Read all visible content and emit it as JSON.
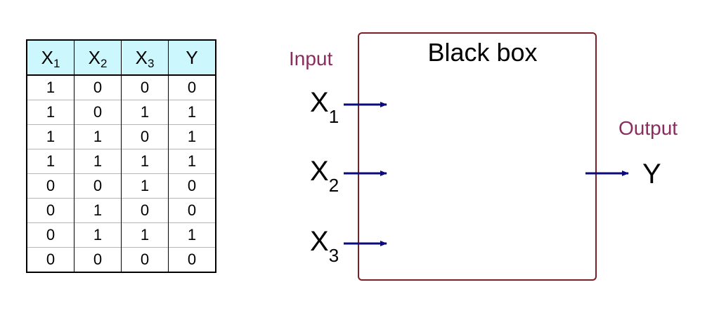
{
  "table": {
    "headers": [
      {
        "base": "X",
        "sub": "1"
      },
      {
        "base": "X",
        "sub": "2"
      },
      {
        "base": "X",
        "sub": "3"
      },
      {
        "base": "Y",
        "sub": ""
      }
    ],
    "rows": [
      [
        "1",
        "0",
        "0",
        "0"
      ],
      [
        "1",
        "0",
        "1",
        "1"
      ],
      [
        "1",
        "1",
        "0",
        "1"
      ],
      [
        "1",
        "1",
        "1",
        "1"
      ],
      [
        "0",
        "0",
        "1",
        "0"
      ],
      [
        "0",
        "1",
        "0",
        "0"
      ],
      [
        "0",
        "1",
        "1",
        "1"
      ],
      [
        "0",
        "0",
        "0",
        "0"
      ]
    ]
  },
  "diagram": {
    "box_title": "Black box",
    "input_label": "Input",
    "output_label": "Output",
    "inputs": [
      {
        "base": "X",
        "sub": "1"
      },
      {
        "base": "X",
        "sub": "2"
      },
      {
        "base": "X",
        "sub": "3"
      }
    ],
    "output": {
      "base": "Y"
    }
  },
  "colors": {
    "header_fill": "#ccf7fc",
    "box_border": "#7a1e28",
    "label_color": "#8b2c5e",
    "arrow_color": "#0a0a80"
  }
}
